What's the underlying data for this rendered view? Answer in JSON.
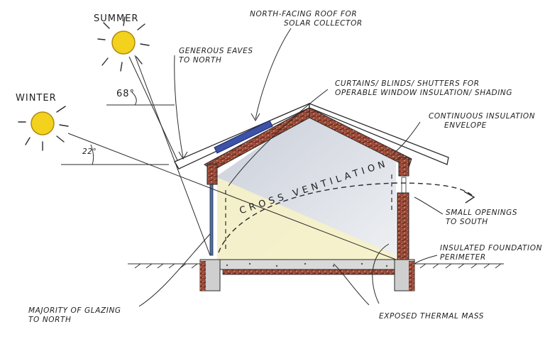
{
  "labels": {
    "summer": "SUMMER",
    "winter": "WINTER",
    "angle_summer": "68°",
    "angle_winter": "22°",
    "roof_collector": [
      "NORTH-FACING ROOF FOR",
      "SOLAR COLLECTOR"
    ],
    "eaves": [
      "GENEROUS EAVES",
      "TO NORTH"
    ],
    "curtains": [
      "CURTAINS/ BLINDS/ SHUTTERS FOR",
      "OPERABLE WINDOW INSULATION/ SHADING"
    ],
    "insulation": [
      "CONTINUOUS INSULATION",
      "ENVELOPE"
    ],
    "cross_ventilation": "CROSS VENTILATION",
    "small_openings": [
      "SMALL OPENINGS",
      "TO SOUTH"
    ],
    "foundation": [
      "INSULATED FOUNDATION",
      "PERIMETER"
    ],
    "glazing": [
      "MAJORITY OF GLAZING",
      "TO NORTH"
    ],
    "thermal_mass": "EXPOSED THERMAL MASS"
  },
  "colors": {
    "ink": "#2a2a2a",
    "sun_fill": "#f2d21c",
    "sun_edge": "#b08a10",
    "insulation": "#9c4a3a",
    "insulation_dark": "#6e2c22",
    "interior": "#dfe3ea",
    "sunlight": "#f6f2c8",
    "solar_panel": "#3d52a8",
    "ground": "#444444",
    "concrete": "#c9c9c9"
  }
}
